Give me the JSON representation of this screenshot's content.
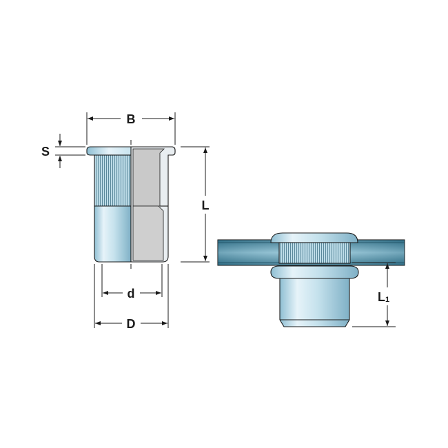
{
  "labels": {
    "B": "B",
    "S": "S",
    "L": "L",
    "d": "d",
    "D": "D",
    "L1_main": "L",
    "L1_sub": "1"
  },
  "colors": {
    "metal_light": "#e8f3f8",
    "metal_mid": "#b9dbe8",
    "metal_dark": "#7fb2c8",
    "section_gray": "#c8c8c8",
    "plate_dark": "#2f6e86",
    "plate_light": "#9fcbdc",
    "line": "#1a1a1a"
  },
  "icons": {
    "left_view": "rivet-nut-half-section-icon",
    "right_view": "rivet-nut-installed-icon"
  }
}
